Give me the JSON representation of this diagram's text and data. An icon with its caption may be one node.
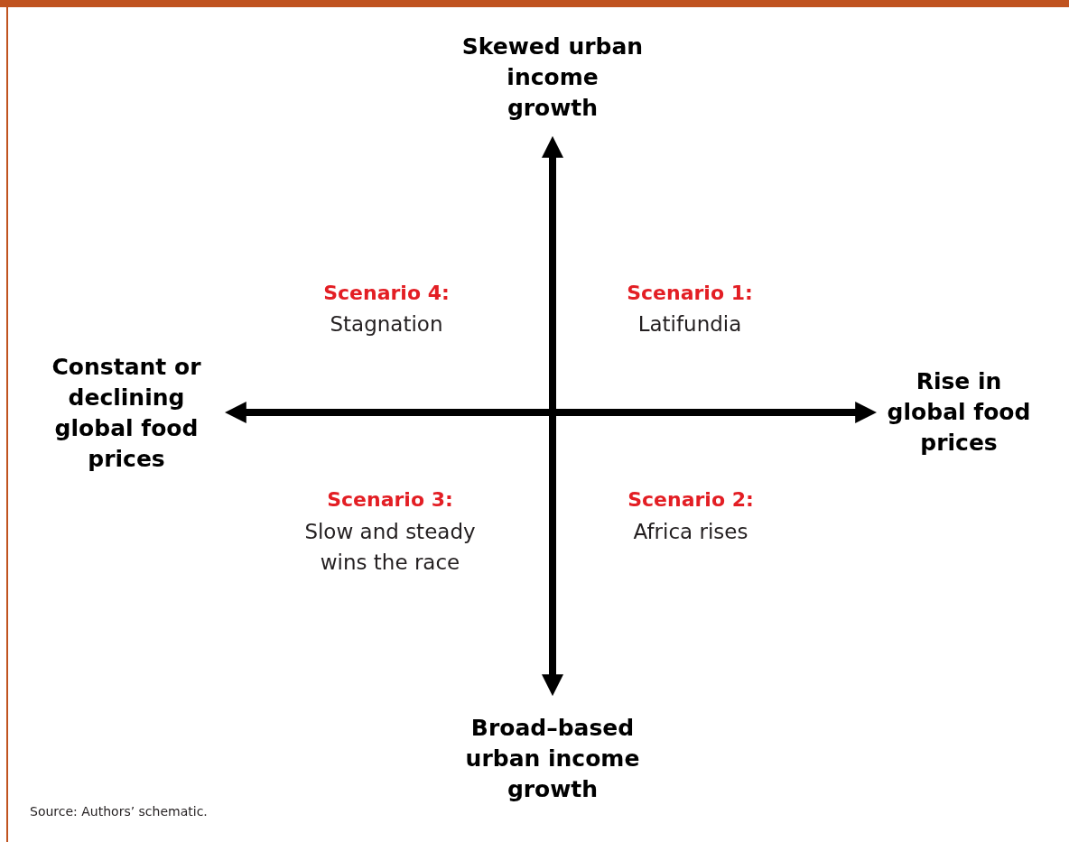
{
  "diagram": {
    "caption": "Source: Authors’ schematic.",
    "labels": [
      "Skewed urban income growth",
      "Scenario 4:",
      "Stagnation",
      "Scenario 1:",
      "Latifundia",
      "Constant or declining global food prices",
      "Rise in global food prices",
      "Scenario 3:",
      "Slow and steady wins the race",
      "Scenario 2:",
      "Africa rises",
      "Broad–based urban income growth"
    ]
  }
}
